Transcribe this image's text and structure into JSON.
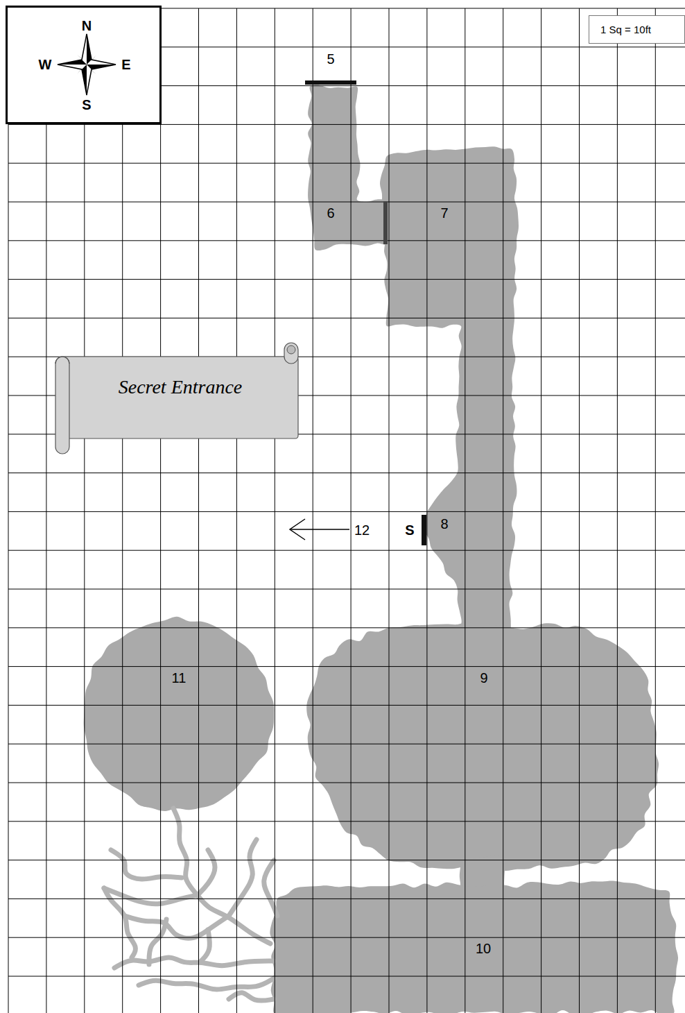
{
  "diagram": {
    "nodes": [
      {
        "text": [
          "N",
          "W",
          "E",
          "S"
        ]
      },
      {
        "text": [
          "1 Sq = 10ft"
        ]
      },
      {
        "text": [
          "Secret Entrance"
        ]
      }
    ],
    "labels": [
      "5",
      "6",
      "7",
      "8",
      "S",
      "12",
      "9",
      "10",
      "11"
    ]
  }
}
